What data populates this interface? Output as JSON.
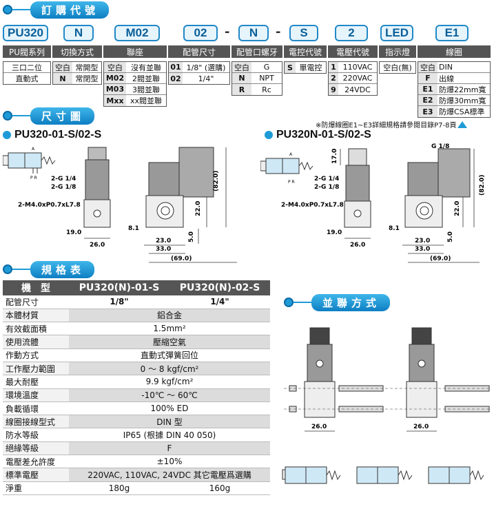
{
  "sections": {
    "order": "訂購代號",
    "dimensions": "尺寸圖",
    "specs": "規格表",
    "manifold": "並聯方式"
  },
  "codes": [
    "PU320",
    "N",
    "M02",
    "02",
    "N",
    "S",
    "2",
    "LED",
    "E1"
  ],
  "categories": [
    "PU閥系列",
    "切換方式",
    "聯座",
    "配管尺寸",
    "配管口螺牙",
    "電控代號",
    "電壓代號",
    "指示燈",
    "線圈"
  ],
  "options": {
    "series": [
      "三口二位",
      "直動式"
    ],
    "switch": [
      [
        "空白",
        "常開型"
      ],
      [
        "N",
        "常閉型"
      ]
    ],
    "manifold": [
      [
        "空白",
        "沒有並聯"
      ],
      [
        "M02",
        "2閥並聯"
      ],
      [
        "M03",
        "3閥並聯"
      ],
      [
        "Mxx",
        "xx閥並聯"
      ]
    ],
    "port": [
      [
        "01",
        "1/8\" (選購)"
      ],
      [
        "02",
        "1/4\""
      ]
    ],
    "thread": [
      [
        "空白",
        "G"
      ],
      [
        "N",
        "NPT"
      ],
      [
        "R",
        "Rc"
      ]
    ],
    "control": [
      [
        "S",
        "單電控"
      ]
    ],
    "voltage": [
      [
        "1",
        "110VAC"
      ],
      [
        "2",
        "220VAC"
      ],
      [
        "9",
        "24VDC"
      ]
    ],
    "led": "空白(無)",
    "coil": [
      [
        "空白",
        "DIN"
      ],
      [
        "F",
        "出線"
      ],
      [
        "E1",
        "防爆22mm寬"
      ],
      [
        "E2",
        "防爆30mm寬"
      ],
      [
        "E3",
        "防爆CSA標準"
      ]
    ]
  },
  "note": "※防爆線圈E1~E3詳細規格請參閱目錄P7-8頁",
  "drawings": {
    "left_title": "PU320-01-S/02-S",
    "right_title": "PU320N-01-S/02-S",
    "left_ports": [
      "2-G 1/4",
      "2-G 1/8"
    ],
    "left_mount": "2-M4.0xP0.7xL7.8",
    "right_ports": [
      "2-G 1/4",
      "2-G 1/8"
    ],
    "right_mount": "2-M4.0xP0.7xL7.8",
    "right_g": "G 1/8",
    "d_19": "19.0",
    "d_26": "26.0",
    "d_8_1": "8.1",
    "d_23": "23.0",
    "d_33": "33.0",
    "d_69": "(69.0)",
    "d_82": "(82.0)",
    "d_22": "22.0",
    "d_5": "5.0",
    "d_17": "17.0",
    "manifold_26a": "26.0",
    "manifold_26b": "26.0",
    "sym_A": "A",
    "sym_PR": "P R"
  },
  "spec_table": {
    "header": [
      "機　型",
      "PU320(N)-01-S",
      "PU320(N)-02-S"
    ],
    "rows": [
      {
        "label": "配管尺寸",
        "v1": "1/8\"",
        "v2": "1/4\""
      },
      {
        "label": "本體材質",
        "v": "鋁合金"
      },
      {
        "label": "有效截面積",
        "v": "1.5mm²"
      },
      {
        "label": "使用流體",
        "v": "壓縮空氣"
      },
      {
        "label": "作動方式",
        "v": "直動式彈簧回位"
      },
      {
        "label": "工作壓力範圍",
        "v": "0 ～ 8 kgf/cm²"
      },
      {
        "label": "最大耐壓",
        "v": "9.9 kgf/cm²"
      },
      {
        "label": "環境溫度",
        "v": "-10℃ ～ 60℃"
      },
      {
        "label": "負載循環",
        "v": "100% ED"
      },
      {
        "label": "線圈接線型式",
        "v": "DIN 型"
      },
      {
        "label": "防水等級",
        "v": "IP65 (根據 DIN 40 050)"
      },
      {
        "label": "絕緣等級",
        "v": "F"
      },
      {
        "label": "電壓差允許度",
        "v": "±10%"
      },
      {
        "label": "標準電壓",
        "v": "220VAC, 110VAC, 24VDC 其它電壓爲選購"
      },
      {
        "label": "淨重",
        "v1": "180g",
        "v2": "160g"
      }
    ]
  },
  "colors": {
    "accent": "#1e9bd7",
    "header": "#555555"
  }
}
